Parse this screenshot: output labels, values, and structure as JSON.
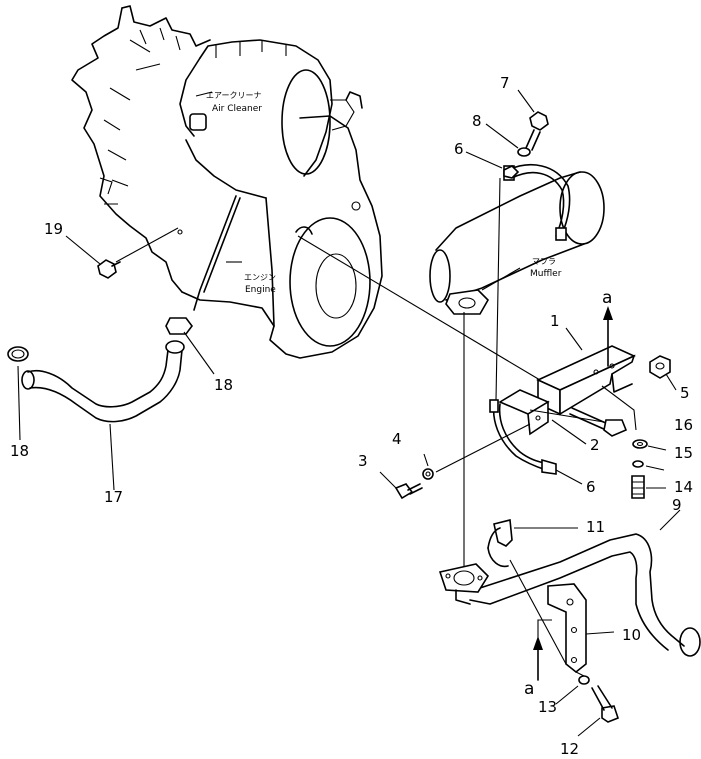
{
  "components": {
    "air_cleaner_jp": "エアークリーナ",
    "air_cleaner": "Air Cleaner",
    "engine_jp": "エンジン",
    "engine": "Engine",
    "muffler_jp": "マフラ",
    "muffler": "Muffler"
  },
  "view_arrows": [
    "a",
    "a"
  ],
  "callouts": [
    "1",
    "2",
    "3",
    "4",
    "5",
    "6",
    "6",
    "7",
    "8",
    "9",
    "10",
    "11",
    "12",
    "13",
    "14",
    "15",
    "16",
    "17",
    "18",
    "18",
    "19"
  ]
}
